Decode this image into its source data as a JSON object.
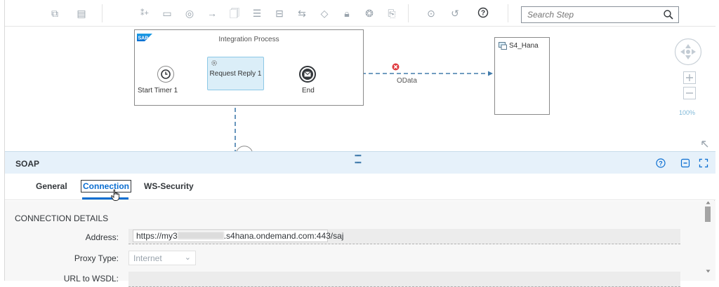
{
  "toolbar": {
    "search_placeholder": "Search Step"
  },
  "canvas": {
    "pool_title": "Integration Process",
    "receiver_title": "S4_Hana",
    "start_label": "Start Timer 1",
    "task_label": "Request Reply 1",
    "end_label": "End",
    "connection_label": "OData",
    "zoom_level": "100%",
    "colors": {
      "flow_line": "#427cac",
      "task_fill": "#dbeef8",
      "error_badge": "#e0393e"
    }
  },
  "properties": {
    "title": "SOAP",
    "tabs": [
      "General",
      "Connection",
      "WS-Security"
    ],
    "active_tab": "Connection",
    "section_title": "CONNECTION DETAILS",
    "address_label": "Address:",
    "address_prefix": "https://my3",
    "address_suffix": ".s4hana.ondemand.com:443/saj",
    "proxy_label": "Proxy Type:",
    "proxy_value": "Internet",
    "wsdl_label": "URL to WSDL:"
  }
}
